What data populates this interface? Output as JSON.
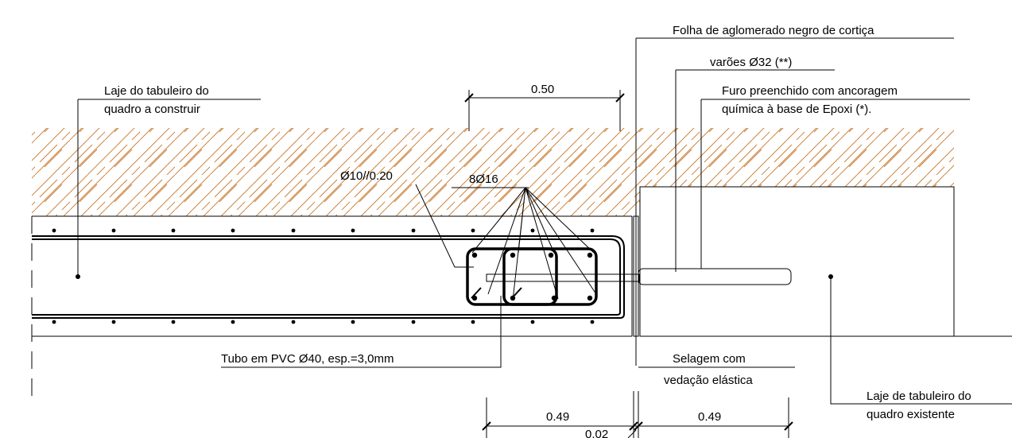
{
  "labels": {
    "cork_sheet": "Folha de aglomerado negro de cortiça",
    "bars": "varões Ø32 (**)",
    "hole_line1": "Furo preenchido com ancoragem",
    "hole_line2": "química à base de Epoxi (*).",
    "new_slab_line1": "Laje do tabuleiro do",
    "new_slab_line2": "quadro  a construir",
    "stirrups": "Ø10//0.20",
    "long_bars": "8Ø16",
    "pvc_tube": "Tubo em PVC Ø40, esp.=3,0mm",
    "seal_line1": "Selagem com",
    "seal_line2": "vedação elástica",
    "existing_slab_line1": "Laje de tabuleiro do",
    "existing_slab_line2": "quadro existente"
  },
  "dimensions": {
    "top": "0.50",
    "bottom_left": "0.49",
    "bottom_gap": "0.02",
    "bottom_right": "0.49"
  },
  "colors": {
    "soil_hatch": "#c8782d",
    "existing_slab_fill": "#d4d4d4",
    "line": "#000000"
  }
}
